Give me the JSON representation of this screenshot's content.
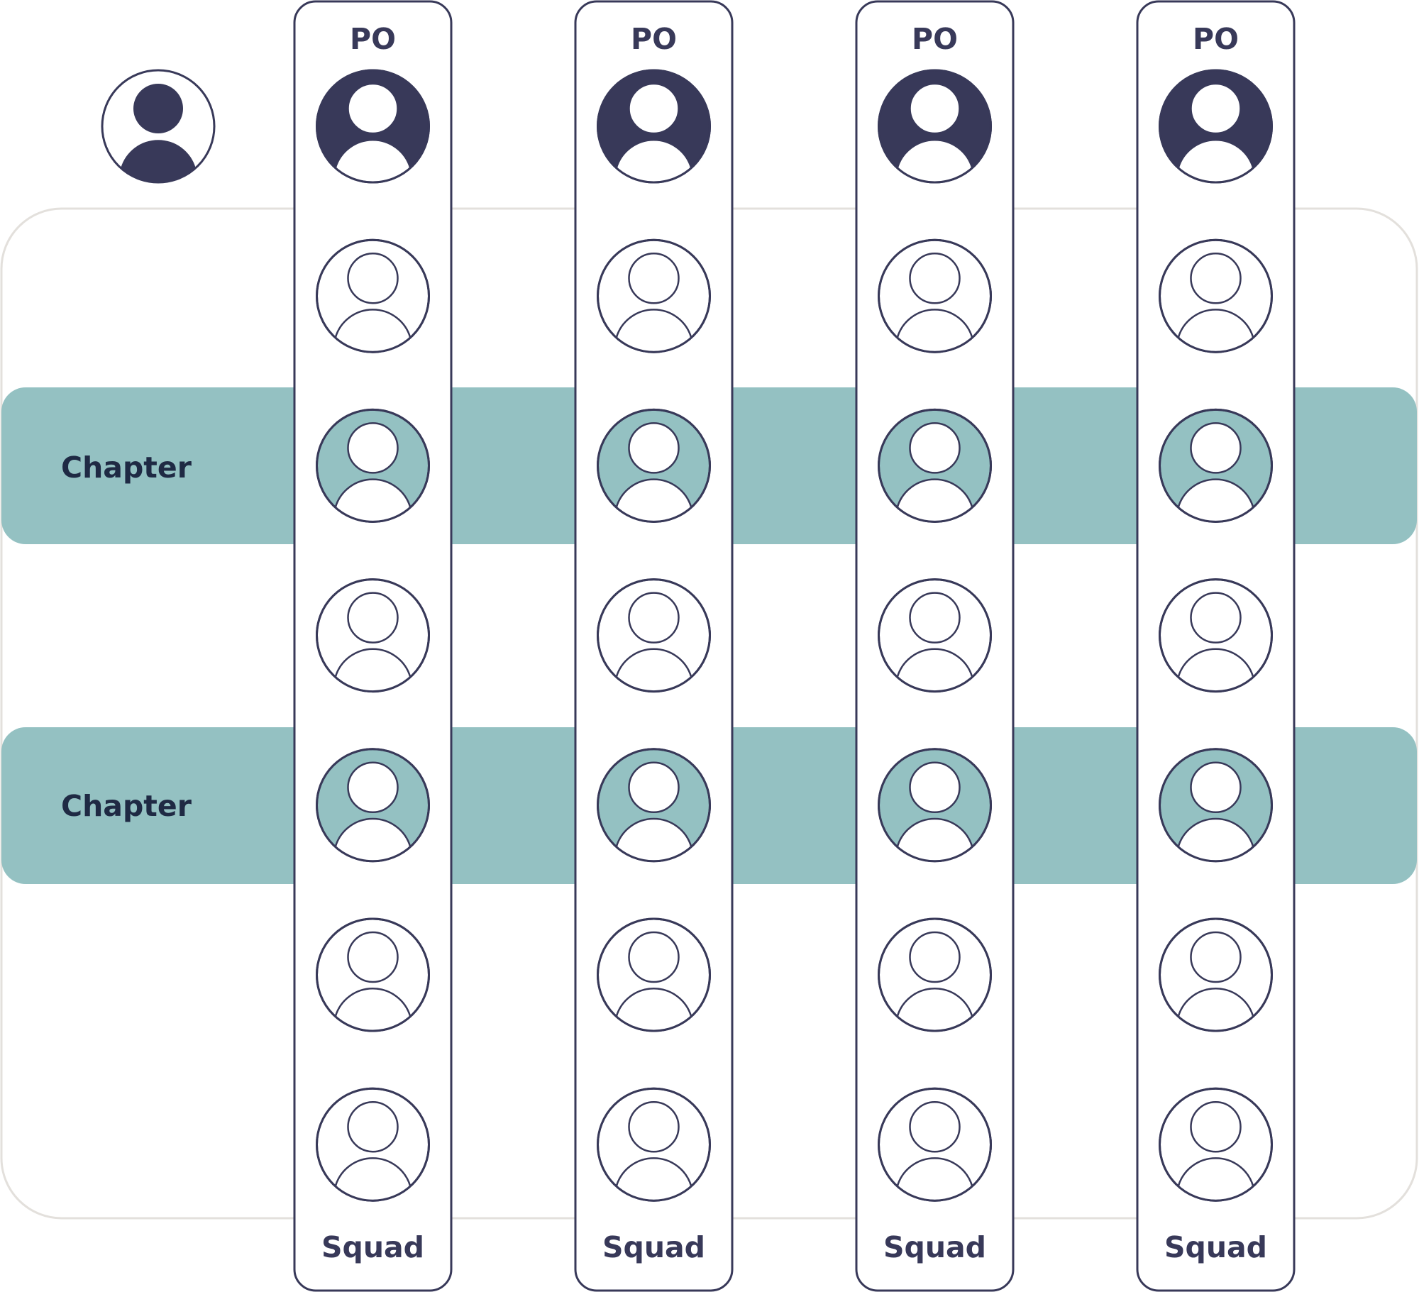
{
  "diagram": {
    "chapter_rows": [
      {
        "label": "Chapter"
      },
      {
        "label": "Chapter"
      }
    ],
    "squads": [
      {
        "header": "PO",
        "footer": "Squad"
      },
      {
        "header": "PO",
        "footer": "Squad"
      },
      {
        "header": "PO",
        "footer": "Squad"
      },
      {
        "header": "PO",
        "footer": "Squad"
      }
    ],
    "members_per_squad": 6,
    "chapter_member_positions": [
      2,
      4
    ],
    "colors": {
      "navy": "#383959",
      "teal": "#94c1c2",
      "outer_border": "#e3e0dc",
      "background": "#ffffff",
      "label_dark": "#1f2a44"
    },
    "icons": {
      "leader": "person-icon",
      "product_owner": "person-filled-icon",
      "member": "person-outline-icon",
      "chapter_member": "person-teal-icon"
    }
  }
}
